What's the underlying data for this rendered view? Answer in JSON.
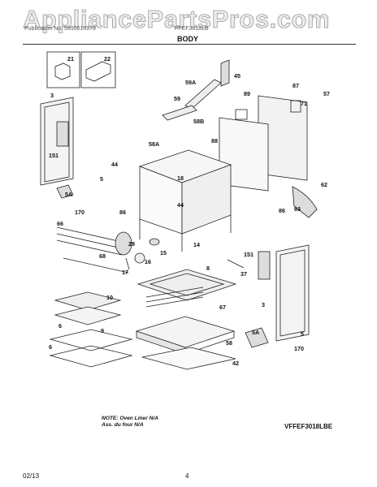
{
  "watermark": "AppliancePartsPros.com",
  "header": {
    "left_text": "Publication No. 5995610978",
    "mid_text": "FFEF3018LB",
    "section_title": "BODY"
  },
  "callouts": [
    "21",
    "22",
    "45",
    "59A",
    "89",
    "87",
    "57",
    "71",
    "3",
    "59",
    "58B",
    "151",
    "58A",
    "88",
    "18",
    "5",
    "44",
    "62",
    "5A",
    "170",
    "86",
    "44",
    "63",
    "86",
    "66",
    "29",
    "14",
    "15",
    "16",
    "68",
    "17",
    "151",
    "8",
    "37",
    "10",
    "67",
    "3",
    "9",
    "6",
    "58",
    "5A",
    "5",
    "6",
    "42",
    "170"
  ],
  "note": {
    "line1": "NOTE: Oven Liner N/A",
    "line2": "Ass. du four N/A"
  },
  "model_code": "VFFEF3018LBE",
  "footer": {
    "date": "02/13",
    "page_number": "4"
  }
}
